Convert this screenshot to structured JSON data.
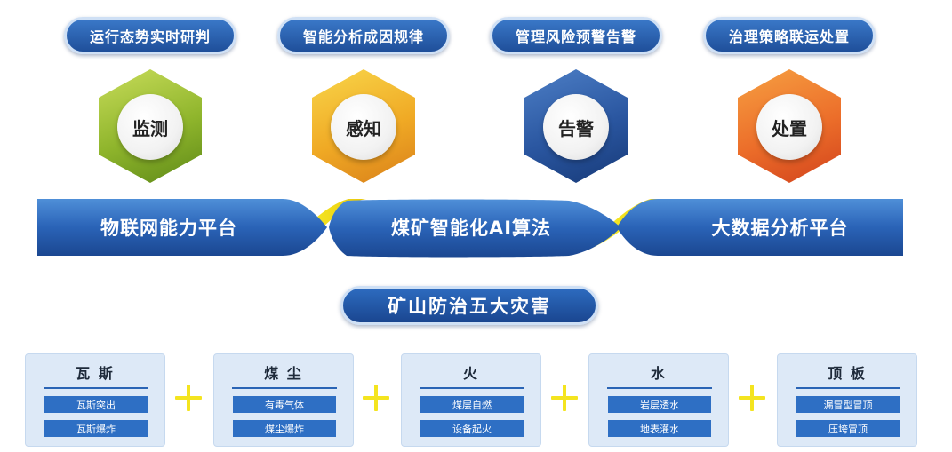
{
  "top_pills": [
    "运行态势实时研判",
    "智能分析成因规律",
    "管理风险预警告警",
    "治理策略联运处置"
  ],
  "hexagons": [
    {
      "label": "监测",
      "color_light": "#b6cf45",
      "color_dark": "#6f9a1f"
    },
    {
      "label": "感知",
      "color_light": "#f5c63c",
      "color_dark": "#e0901a"
    },
    {
      "label": "告警",
      "color_light": "#3f6fba",
      "color_dark": "#1b3f82"
    },
    {
      "label": "处置",
      "color_light": "#f28c38",
      "color_dark": "#d94e1e"
    }
  ],
  "platforms": [
    "物联网能力平台",
    "煤矿智能化AI算法",
    "大数据分析平台"
  ],
  "center_title": "矿山防治五大灾害",
  "disasters": [
    {
      "title": "瓦 斯",
      "items": [
        "瓦斯突出",
        "瓦斯爆炸"
      ]
    },
    {
      "title": "煤 尘",
      "items": [
        "有毒气体",
        "煤尘爆炸"
      ]
    },
    {
      "title": "火",
      "items": [
        "煤层自燃",
        "设备起火"
      ]
    },
    {
      "title": "水",
      "items": [
        "岩层透水",
        "地表灌水"
      ]
    },
    {
      "title": "顶 板",
      "items": [
        "漏冒型冒顶",
        "压垮冒顶"
      ]
    }
  ],
  "colors": {
    "brand_blue": "#1f4f9a",
    "accent_yellow": "#f4e41f",
    "card_bg": "#dde9f7"
  }
}
